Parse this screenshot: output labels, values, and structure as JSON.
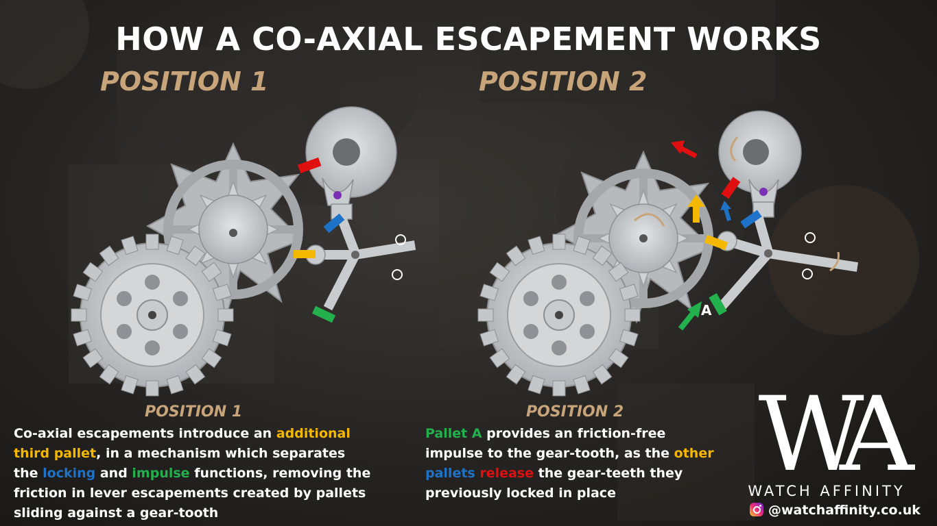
{
  "title": "HOW A CO-AXIAL ESCAPEMENT WORKS",
  "position1": {
    "heading": "POSITION 1",
    "subheading": "POSITION 1",
    "description": [
      {
        "text": "Co-axial escapements introduce an ",
        "color": "white"
      },
      {
        "text": "additional third pallet",
        "color": "yellow"
      },
      {
        "text": ", in a mechanism which separates the ",
        "color": "white"
      },
      {
        "text": "locking",
        "color": "blue"
      },
      {
        "text": " and ",
        "color": "white"
      },
      {
        "text": "impulse",
        "color": "green"
      },
      {
        "text": " functions, removing the friction in lever escapements created by pallets sliding against a gear-tooth",
        "color": "white"
      }
    ]
  },
  "position2": {
    "heading": "POSITION 2",
    "subheading": "POSITION 2",
    "pallet_label": "A",
    "description": [
      {
        "text": "Pallet A",
        "color": "green"
      },
      {
        "text": " provides an friction-free impulse to the gear-tooth, as the ",
        "color": "white"
      },
      {
        "text": "other pallets",
        "color": "yellow_blue"
      },
      {
        "text": " ",
        "color": "white"
      },
      {
        "text": "release",
        "color": "red"
      },
      {
        "text": " the gear-teeth they previously locked in place",
        "color": "white"
      }
    ]
  },
  "logo": {
    "mark": "WA",
    "text": "WATCH AFFINITY"
  },
  "handle": "@watchaffinity.co.uk",
  "colors": {
    "heading": "#c8a47a",
    "yellow": "#f5b800",
    "blue": "#1e73c8",
    "green": "#22b14c",
    "red": "#e01010",
    "gear": "#c9ccce"
  },
  "icons": [
    "instagram-icon",
    "arrow-red-icon",
    "arrow-yellow-icon",
    "arrow-blue-icon",
    "arrow-green-icon",
    "rotation-arrow-icon"
  ]
}
